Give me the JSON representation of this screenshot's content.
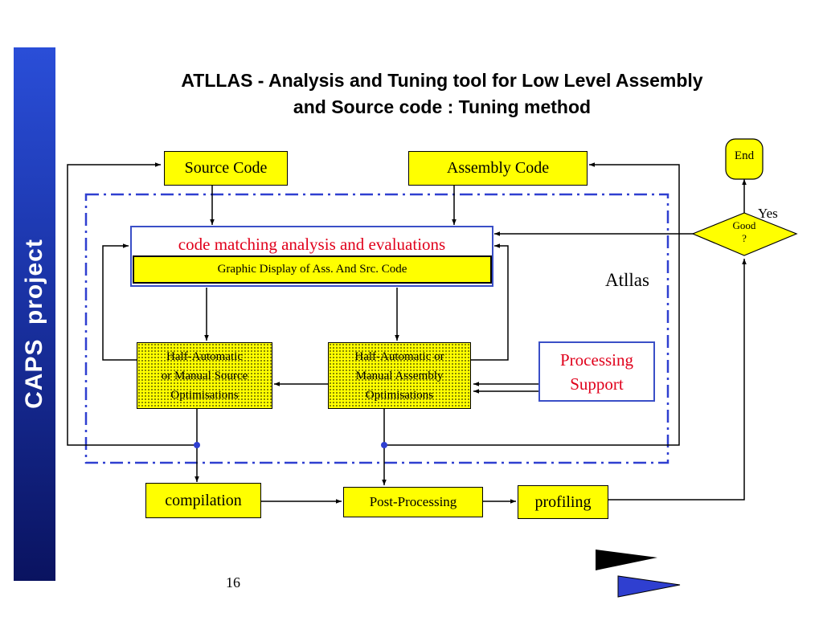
{
  "sidebar": {
    "label": "CAPS  project"
  },
  "title": {
    "line1": "ATLLAS - Analysis and Tuning tool for Low Level Assembly",
    "line2": "and Source code : Tuning method"
  },
  "nodes": {
    "source_code": "Source Code",
    "assembly_code": "Assembly Code",
    "code_matching": "code matching analysis and evaluations",
    "graphic_display": "Graphic Display of  Ass. And Src. Code",
    "half_auto_source": [
      "Half-Automatic",
      "or Manual Source",
      "Optimisations"
    ],
    "half_auto_assembly": [
      "Half-Automatic or",
      "Manual Assembly",
      "Optimisations"
    ],
    "processing_support": [
      "Processing",
      "Support"
    ],
    "compilation": "compilation",
    "post_processing": "Post-Processing",
    "profiling": "profiling",
    "end": "End",
    "good": [
      "Good",
      "?"
    ],
    "yes": "Yes",
    "atllas": "Atllas"
  },
  "page_number": "16",
  "colors": {
    "box_fill": "#ffff00",
    "dash_border": "#2f3fd0",
    "sidebar": "#1a33a6",
    "red_text": "#e0001b",
    "blue_border": "#3a4fc7"
  }
}
